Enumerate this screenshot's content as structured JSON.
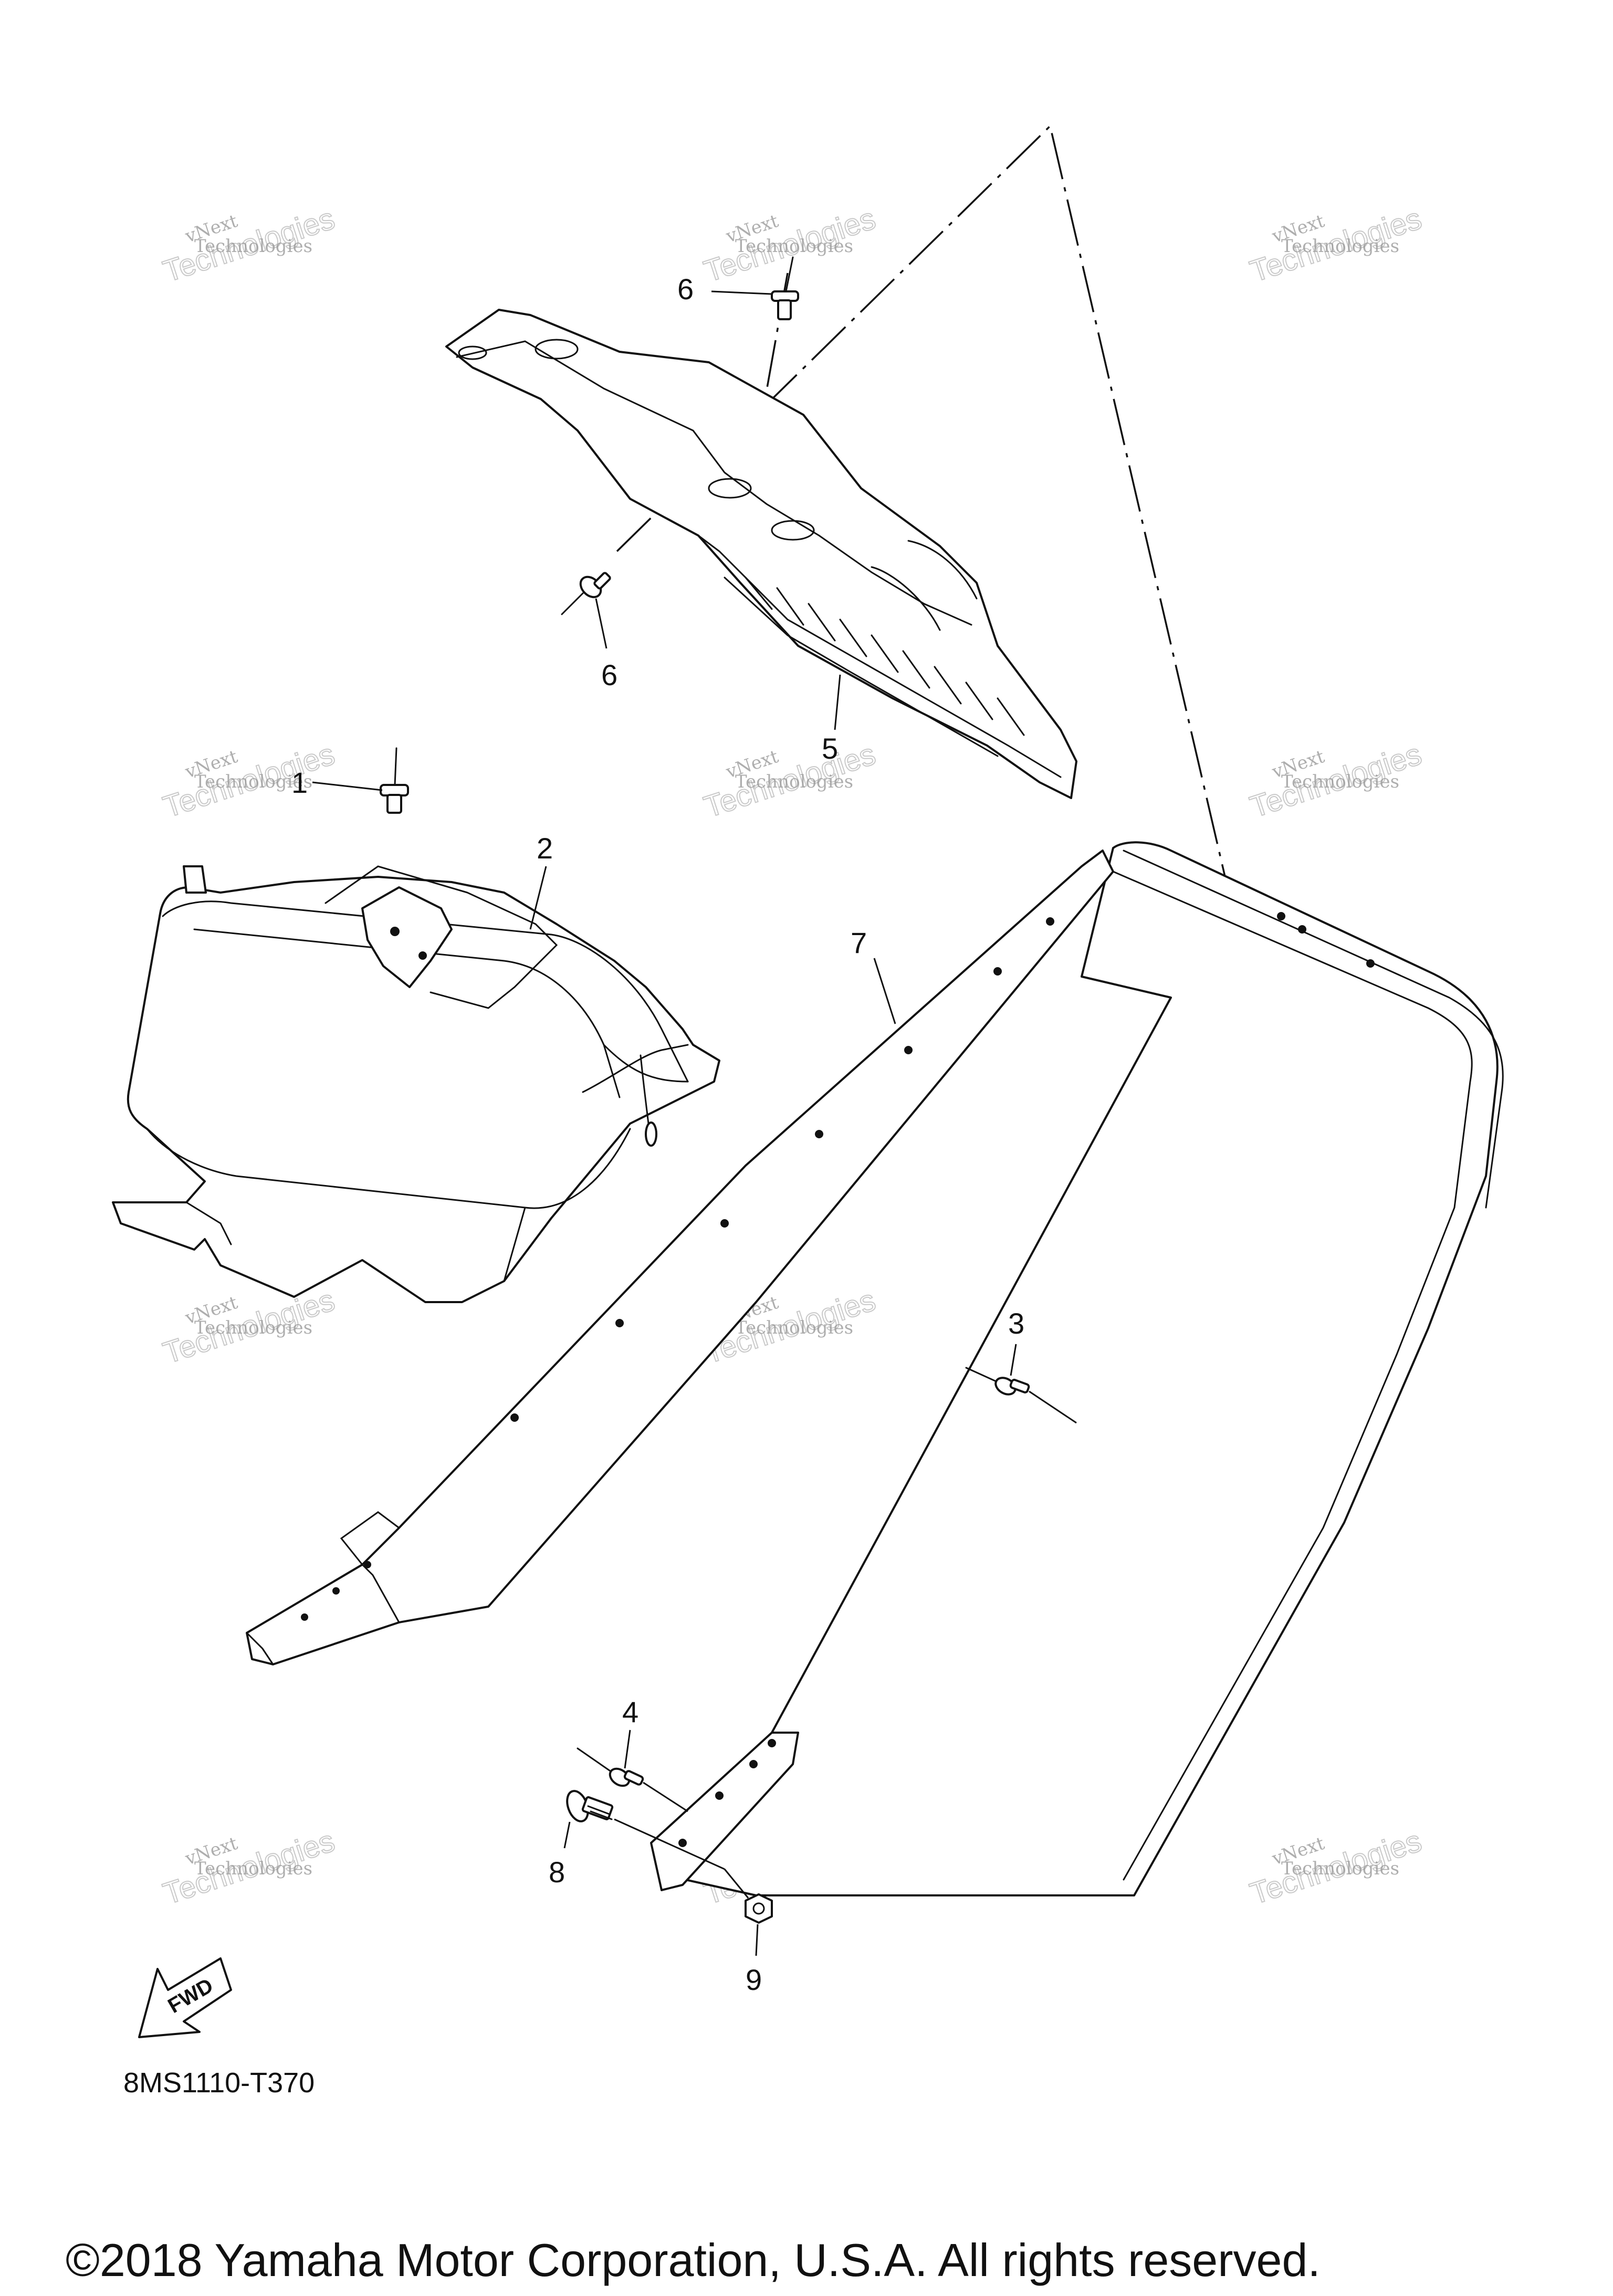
{
  "callouts": [
    {
      "label": "1"
    },
    {
      "label": "2"
    },
    {
      "label": "3"
    },
    {
      "label": "4"
    },
    {
      "label": "5"
    },
    {
      "label": "6"
    },
    {
      "label": "6"
    },
    {
      "label": "7"
    },
    {
      "label": "8"
    },
    {
      "label": "9"
    }
  ],
  "watermark": {
    "line1": "vNext",
    "line2": "Technologies",
    "big": "Technologies"
  },
  "fwd_label": "FWD",
  "diagram_code": "8MS1110-T370",
  "copyright": "©2018 Yamaha Motor Corporation, U.S.A. All rights reserved."
}
